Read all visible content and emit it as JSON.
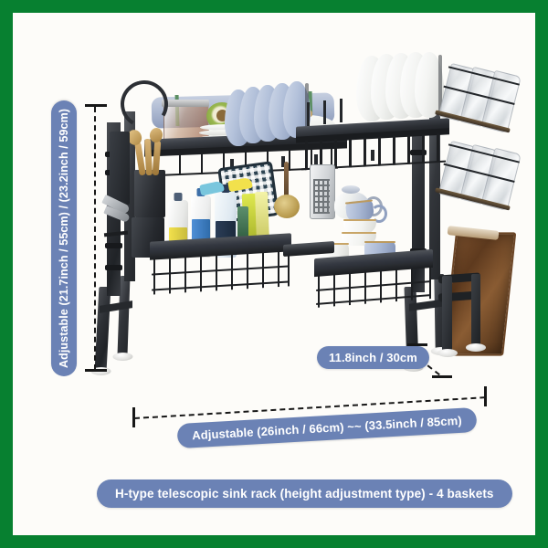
{
  "frame": {
    "border_color": "#078030",
    "background_color": "#fdfcf9"
  },
  "labels": {
    "height": "Adjustable (21.7inch / 55cm) / (23.2inch / 59cm)",
    "depth": "11.8inch / 30cm",
    "width": "Adjustable (26inch / 66cm) ~~ (33.5inch / 85cm)",
    "title": "H-type telescopic sink rack (height adjustment type) - 4 baskets"
  },
  "pill_style": {
    "background": "#6b82b5",
    "text_color": "#ffffff"
  },
  "product": {
    "name": "H-type telescopic sink rack",
    "frame_color": "#26292d",
    "structure": {
      "upper_shelf": "dish drying shelf with vertical plate slots",
      "lower_baskets": "two wire storage baskets",
      "side_racks": "two angled glass cup holders",
      "accessory": "cutting board holder",
      "utensil_holder": "hanging utensil caddy",
      "hooks": "under-shelf hanging hooks"
    },
    "contents": {
      "top_shelf_left": [
        "rolled mat",
        "glass jar",
        "avocado",
        "stacked plates",
        "covered casserole dish"
      ],
      "top_shelf_right": [
        "blue plates",
        "white plates"
      ],
      "side_rack": [
        "drinking glasses"
      ],
      "basket_left": [
        "spray bottles",
        "detergent bottles",
        "sponges"
      ],
      "basket_right": [
        "blue mugs",
        "white bowls",
        "teapot"
      ],
      "hanging": [
        "checkered potholder",
        "scrub brush",
        "cheese grater"
      ],
      "board_rack": [
        "wooden cutting board"
      ]
    },
    "dimensions": {
      "height_min_inch": 21.7,
      "height_min_cm": 55,
      "height_max_inch": 23.2,
      "height_max_cm": 59,
      "depth_inch": 11.8,
      "depth_cm": 30,
      "width_min_inch": 26,
      "width_min_cm": 66,
      "width_max_inch": 33.5,
      "width_max_cm": 85,
      "basket_count": 4
    }
  }
}
